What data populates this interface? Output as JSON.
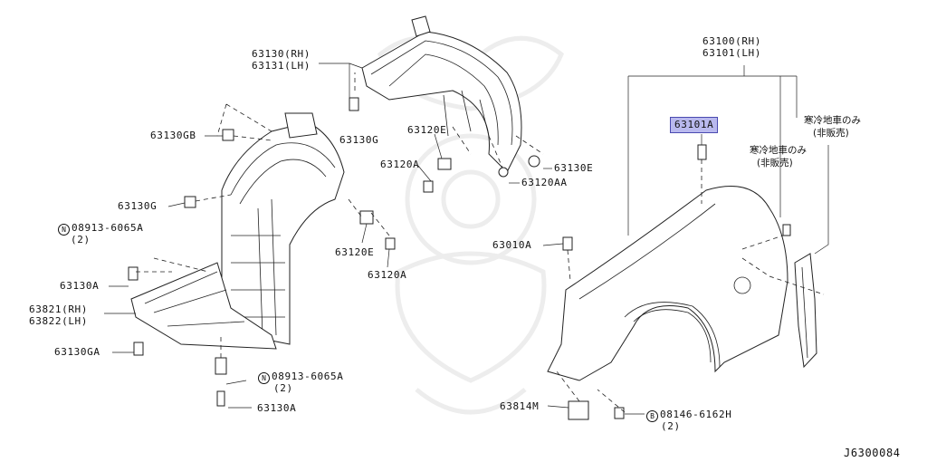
{
  "diagram_id": "J6300084",
  "labels": {
    "fender_rh": "63100(RH)",
    "fender_lh": "63101(LH)",
    "fender_ornament": "63101A",
    "cold_region_1a": "寒冷地車のみ",
    "cold_region_1b": "(非販売)",
    "cold_region_2a": "寒冷地車のみ",
    "cold_region_2b": "(非販売)",
    "protector_rh": "63130(RH)",
    "protector_lh": "63131(LH)",
    "p63130GB": "63130GB",
    "p63130G_top": "63130G",
    "p63130G_left": "63130G",
    "p63120E_top": "63120E",
    "p63120A_top": "63120A",
    "p63130E": "63130E",
    "p63120AA": "63120AA",
    "p63120E_mid": "63120E",
    "p63120A_mid": "63120A",
    "nut_top_code": "08913-6065A",
    "nut_top_qty": "(2)",
    "nut_top_symbol": "N",
    "p63130A_left": "63130A",
    "splash_rh": "63821(RH)",
    "splash_lh": "63822(LH)",
    "p63130GA": "63130GA",
    "nut_bottom_code": "08913-6065A",
    "nut_bottom_qty": "(2)",
    "nut_bottom_symbol": "N",
    "p63130A_bottom": "63130A",
    "p63010A": "63010A",
    "p63814M": "63814M",
    "bolt_code": "08146-6162H",
    "bolt_qty": "(2)",
    "bolt_symbol": "B"
  },
  "colors": {
    "highlight_fill": "#b9b9ee",
    "highlight_border": "#4a4ab0",
    "line": "#222222",
    "watermark": "#ededed"
  }
}
